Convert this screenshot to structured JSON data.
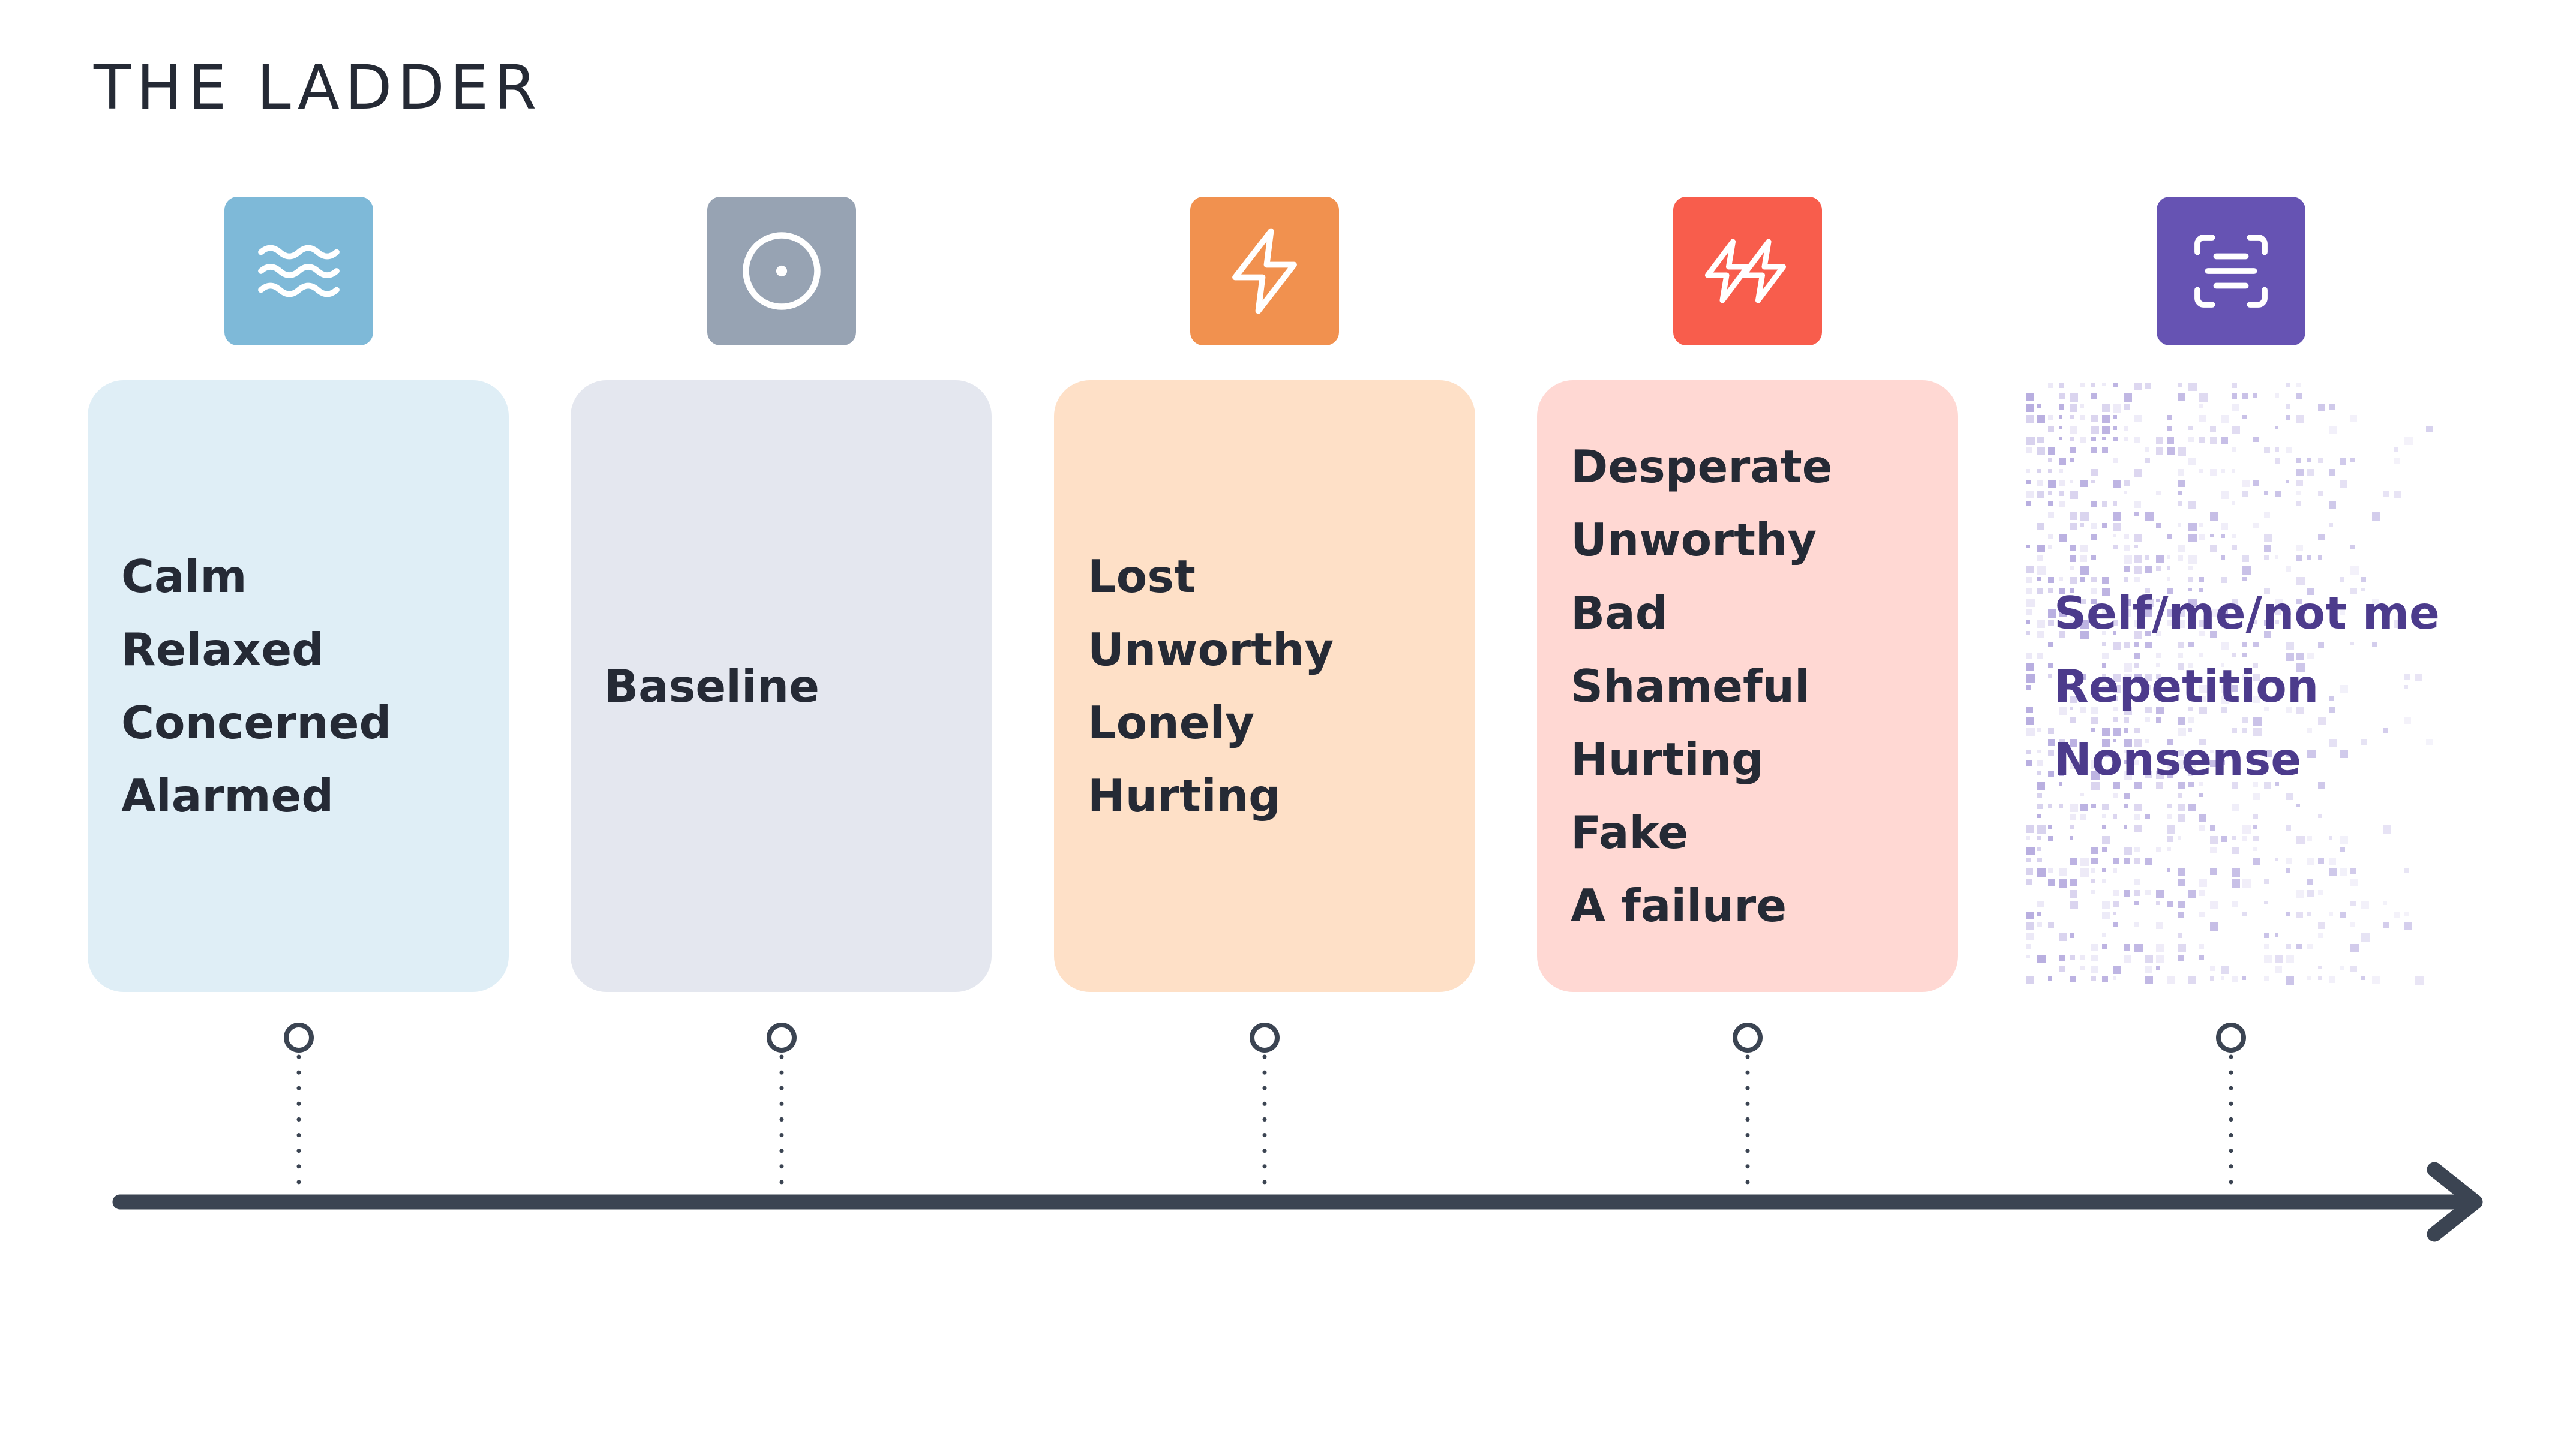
{
  "title": "THE LADDER",
  "stages": [
    {
      "icon": "waves-icon",
      "color": "#7eb9d8",
      "card_color": "#dfeef6",
      "words": [
        "Calm",
        "Relaxed",
        "Concerned",
        "Alarmed"
      ]
    },
    {
      "icon": "target-dot-icon",
      "color": "#97a3b3",
      "card_color": "#e4e7ef",
      "words": [
        "Baseline"
      ]
    },
    {
      "icon": "lightning-icon",
      "color": "#f1914f",
      "card_color": "#fee0c7",
      "words": [
        "Lost",
        "Unworthy",
        "Lonely",
        "Hurting"
      ]
    },
    {
      "icon": "double-lightning-icon",
      "color": "#f85d4c",
      "card_color": "#ffd8d3",
      "words": [
        "Desperate",
        "Unworthy",
        "Bad",
        "Shameful",
        "Hurting",
        "Fake",
        "A failure"
      ]
    },
    {
      "icon": "scan-text-icon",
      "color": "#6653b3",
      "card_color": "#d8d2ee",
      "words": [
        "Self/me/not me",
        "Repetition",
        "Nonsense"
      ]
    }
  ],
  "colors": {
    "axis": "#3b4452",
    "title": "#252a35",
    "dissolving_text": "#4c3b8c"
  }
}
